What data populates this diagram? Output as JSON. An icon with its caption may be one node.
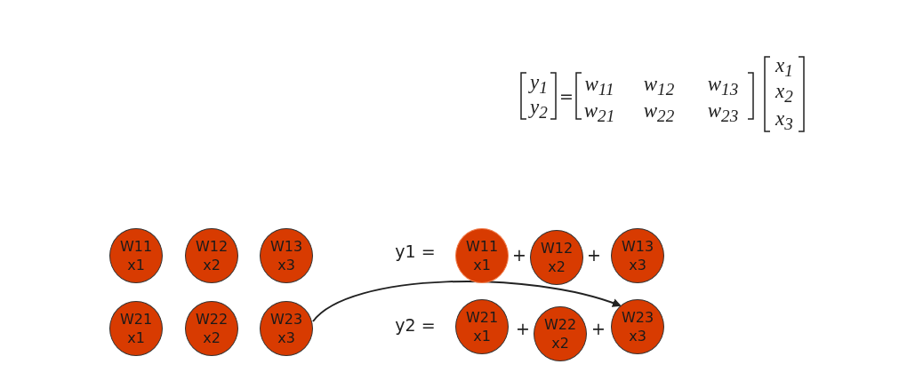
{
  "diagram": {
    "nodes": [
      {
        "text": [
          "W11 x1"
        ]
      },
      {
        "text": [
          "W12 x2"
        ]
      },
      {
        "text": [
          "W13 x3"
        ]
      },
      {
        "text": [
          "W21 x1"
        ]
      },
      {
        "text": [
          "W22 x2"
        ]
      },
      {
        "text": [
          "W23 x3"
        ]
      },
      {
        "text": [
          "W11 x1"
        ]
      },
      {
        "text": [
          "W12 x2"
        ]
      },
      {
        "text": [
          "W13 x3"
        ]
      },
      {
        "text": [
          "W21 x1"
        ]
      },
      {
        "text": [
          "W22 x2"
        ]
      },
      {
        "text": [
          "W23 x3"
        ]
      }
    ],
    "edges": [
      {
        "from": 5,
        "to": 11,
        "arrow": "to"
      }
    ],
    "labels": [
      "x$_{1}$",
      "y$_{1}$",
      "w$_{11}$",
      "w$_{12}$",
      "w$_{13}$",
      "x$_{2}$",
      "=",
      "y$_{2}$",
      "w$_{21}$",
      "w$_{22}$",
      "w$_{23}$",
      "x$_{3}$",
      "y1 =",
      "+",
      "+",
      "y2 =",
      "+",
      "+"
    ]
  }
}
